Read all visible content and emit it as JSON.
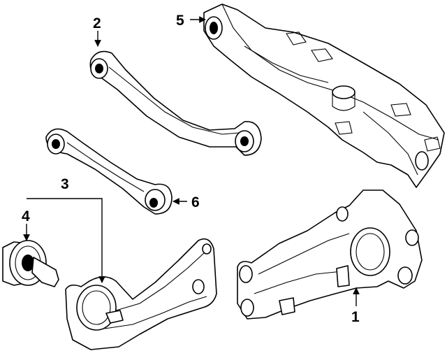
{
  "diagram": {
    "callouts": [
      {
        "id": "c1",
        "label": "1"
      },
      {
        "id": "c2",
        "label": "2"
      },
      {
        "id": "c3",
        "label": "3"
      },
      {
        "id": "c4",
        "label": "4"
      },
      {
        "id": "c5",
        "label": "5"
      },
      {
        "id": "c6",
        "label": "6"
      }
    ]
  },
  "colors": {
    "ink": "#000000",
    "paper": "#ffffff"
  }
}
